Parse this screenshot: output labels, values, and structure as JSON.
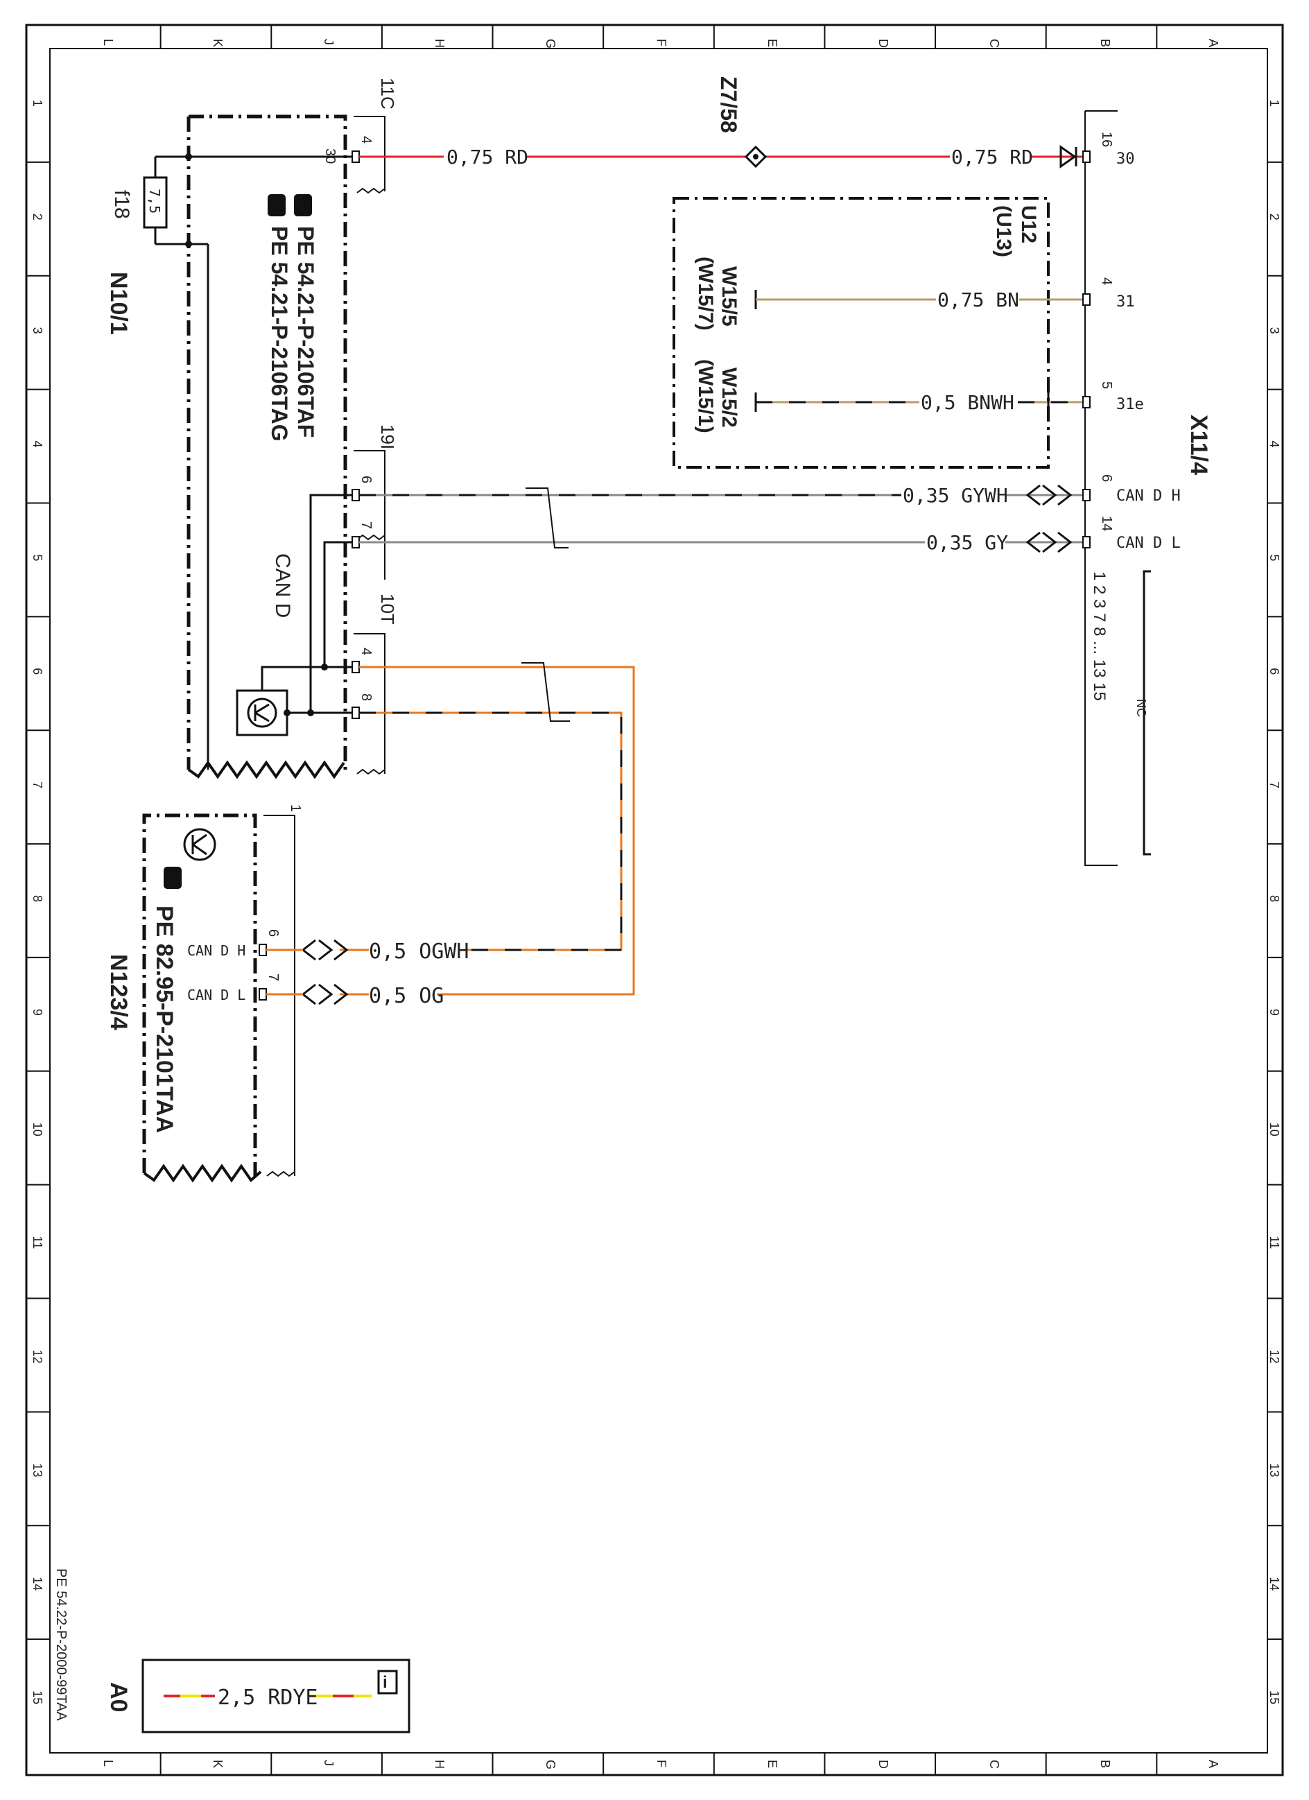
{
  "frame": {
    "columns": [
      "L",
      "K",
      "J",
      "H",
      "G",
      "F",
      "E",
      "D",
      "C",
      "B",
      "A"
    ],
    "rows": [
      "1",
      "2",
      "3",
      "4",
      "5",
      "6",
      "7",
      "8",
      "9",
      "10",
      "11",
      "12",
      "13",
      "14",
      "15"
    ]
  },
  "doc_ref": "PE 54.22-P-2000-99TAA",
  "sheet": "A0",
  "modules": {
    "n10": {
      "name": "N10/1",
      "ref1": "PE 54.21-P-2106TAF",
      "ref2": "PE 54.21-P-2106TAG",
      "fuse_name": "f18",
      "fuse_value": "7,5",
      "pin_30": "30",
      "conn_top": "11C",
      "conn_mid": "19I",
      "conn_bot": "10T",
      "can_label": "CAN D"
    },
    "n123": {
      "name": "N123/4",
      "ref": "PE 82.95-P-2101TAA",
      "conn": "1",
      "pin_h_name": "CAN D H",
      "pin_l_name": "CAN D L",
      "pin_h_num": "6",
      "pin_l_num": "7"
    },
    "u12": {
      "name": "U12",
      "alt": "(U13)",
      "w_left": "W15/5",
      "w_left_alt": "(W15/7)",
      "w_right": "W15/2",
      "w_right_alt": "(W15/1)"
    },
    "x11": {
      "name": "X11/4",
      "nc": "NC",
      "pins": {
        "p16": "16",
        "p4": "4",
        "p5": "5",
        "p6": "6",
        "p14": "14"
      },
      "pin_names": {
        "p16": "30",
        "p4": "31",
        "p5": "31e",
        "p6": "CAN D H",
        "p14": "CAN D L"
      },
      "nc_pins": "1 2 3 7 8 ... 13 15"
    },
    "z7": {
      "name": "Z7/58"
    }
  },
  "wires": {
    "rd_left": "0,75 RD",
    "rd_right": "0,75 RD",
    "bn": "0,75 BN",
    "bnwh": "0,5 BNWH",
    "gywh": "0,35 GYWH",
    "gy": "0,35 GY",
    "ogwh": "0,5 OGWH",
    "og": "0,5 OG"
  },
  "n10_pins": {
    "p4a": "4",
    "p6": "6",
    "p7": "7",
    "p4b": "4",
    "p8": "8"
  },
  "legend": {
    "wire": "2,5 RDYE",
    "info_icon": "info-icon"
  },
  "colors": {
    "rd": "#e0242a",
    "bn": "#b89a6a",
    "gy": "#8a8a8a",
    "og": "#e8781e",
    "ye": "#f2e200",
    "ink": "#111111"
  }
}
